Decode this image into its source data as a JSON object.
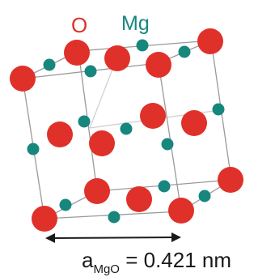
{
  "labels": {
    "oxygen": "O",
    "magnesium": "Mg"
  },
  "caption": {
    "symbol": "a",
    "subscript": "MgO",
    "equals_value": " = 0.421 nm"
  },
  "colors": {
    "oxygen": "#e0302a",
    "magnesium": "#17877e",
    "edges": "#9a9a9a",
    "text": "#1a1a1a"
  },
  "legend_icons": {
    "dimension_arrow": "double-headed-arrow"
  }
}
